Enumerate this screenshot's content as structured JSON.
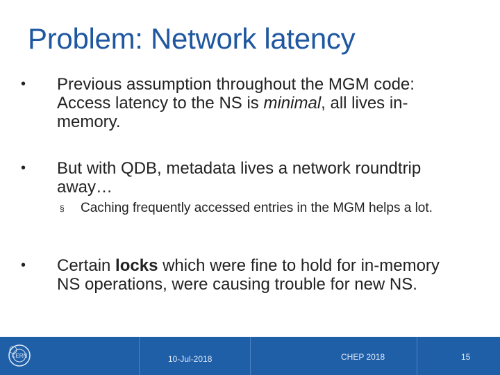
{
  "slide": {
    "title": "Problem: Network latency",
    "bullets": [
      {
        "marker": "•",
        "parts": [
          "Previous assumption throughout the MGM code: Access latency to the NS is ",
          "minimal",
          ", all lives in-memory."
        ]
      },
      {
        "marker": "•",
        "text": "But with QDB, metadata lives a network roundtrip away…",
        "sub": {
          "marker": "§",
          "text": "Caching frequently accessed entries in the MGM helps a lot."
        }
      },
      {
        "marker": "•",
        "parts": [
          "Certain ",
          "locks",
          " which were fine to hold for in-memory NS operations, were causing trouble for new NS."
        ]
      }
    ]
  },
  "footer": {
    "date": "10-Jul-2018",
    "event": "CHEP 2018",
    "page": "15",
    "logo_icon": "cern-logo-icon",
    "background": "#1f5fa8"
  },
  "colors": {
    "title": "#1f57a0",
    "text": "#222222"
  }
}
